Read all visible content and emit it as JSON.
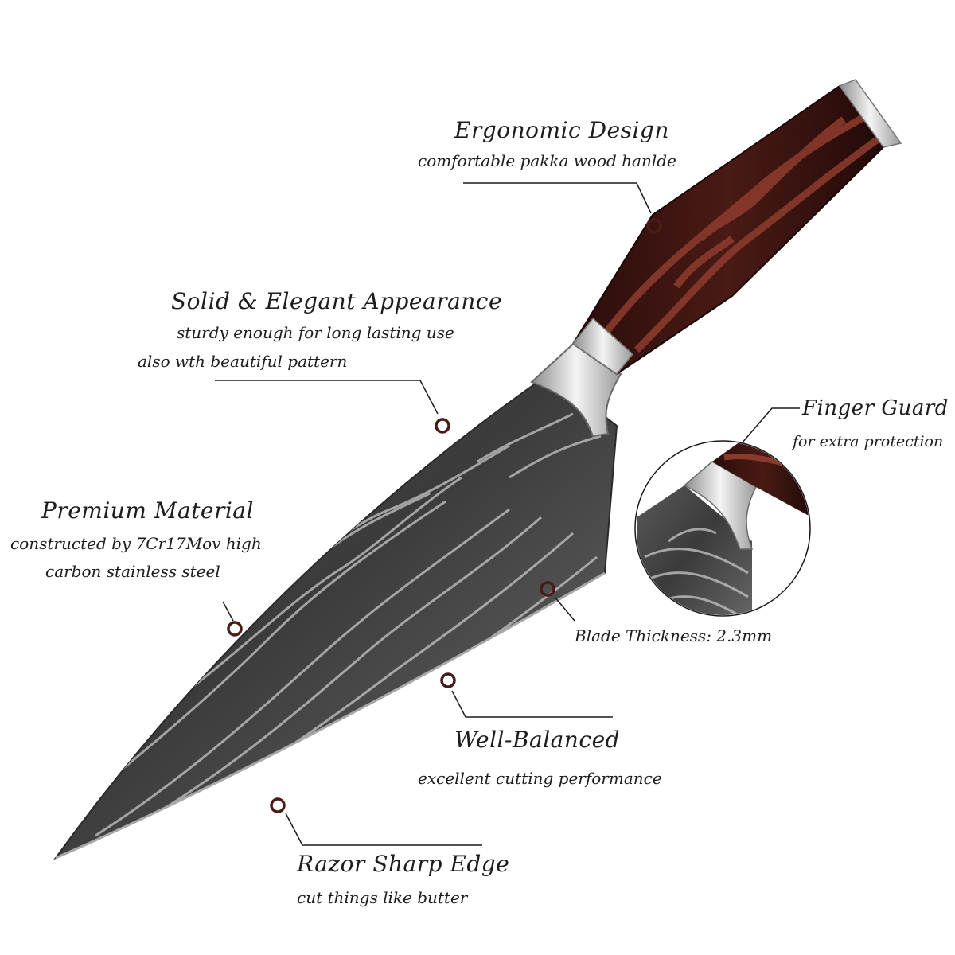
{
  "annotations": {
    "ergonomic": {
      "title": "Ergonomic Design",
      "sub": [
        "comfortable pakka wood hanlde"
      ]
    },
    "solid": {
      "title": "Solid & Elegant Appearance",
      "sub": [
        "sturdy enough for long lasting use",
        "also wth beautiful  pattern"
      ]
    },
    "finger": {
      "title": "Finger Guard",
      "sub": [
        "for extra protection"
      ]
    },
    "premium": {
      "title": "Premium Material",
      "sub": [
        "constructed by 7Cr17Mov high",
        "carbon stainless steel"
      ]
    },
    "thickness": {
      "title": "Blade Thickness: 2.3mm"
    },
    "balanced": {
      "title": "Well-Balanced",
      "sub": [
        "excellent cutting performance"
      ]
    },
    "edge": {
      "title": "Razor Sharp Edge",
      "sub": [
        "cut things like butter"
      ]
    }
  },
  "colors": {
    "handle_wood": "#3a1412",
    "handle_grain": "#8a3a2c",
    "blade_dark": "#3d3d3d",
    "blade_light": "#b9b9b9",
    "bolster_steel": "#d8d8d8",
    "marker_ring": "#4a1c18",
    "leader_line": "#1a1a1a"
  },
  "icons": {
    "marker": "ring-marker-icon",
    "knife": "chef-knife-illustration",
    "zoom": "finger-guard-magnifier"
  }
}
